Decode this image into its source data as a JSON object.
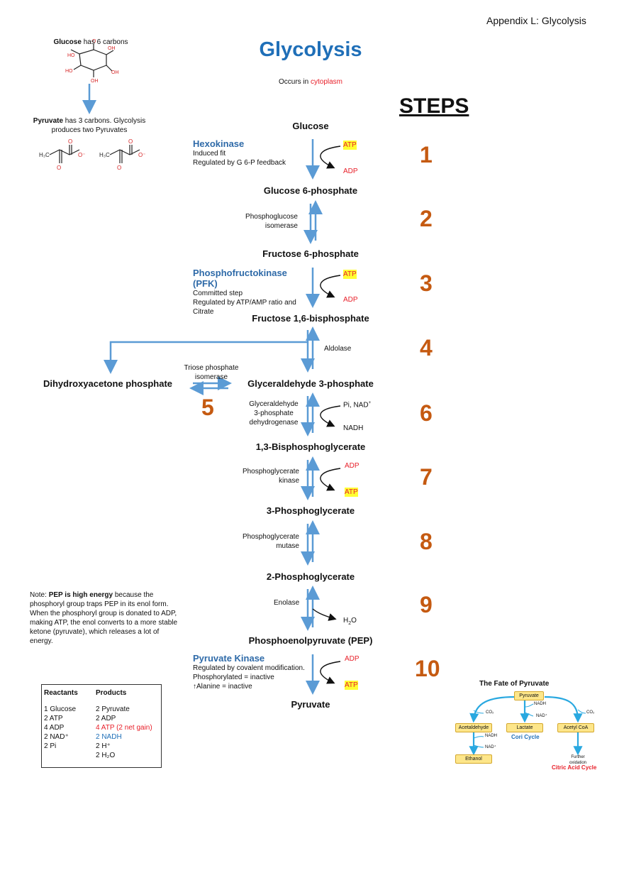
{
  "header": {
    "appendix": "Appendix L: Glycolysis"
  },
  "title": "Glycolysis",
  "subtitle": {
    "prefix": "Occurs in ",
    "highlight": "cytoplasm"
  },
  "steps_heading": "STEPS",
  "glucose_note": {
    "bold": "Glucose",
    "rest": " has 6 carbons"
  },
  "pyruvate_note": {
    "bold": "Pyruvate",
    "rest": " has 3 carbons. Glycolysis produces two Pyruvates"
  },
  "metabolites": [
    "Glucose",
    "Glucose 6-phosphate",
    "Fructose 6-phosphate",
    "Fructose 1,6-bisphosphate",
    "Glyceraldehyde 3-phosphate",
    "1,3-Bisphosphoglycerate",
    "3-Phosphoglycerate",
    "2-Phosphoglycerate",
    "Phosphoenolpyruvate (PEP)",
    "Pyruvate"
  ],
  "dhap": "Dihydroxyacetone phosphate",
  "step_numbers": [
    "1",
    "2",
    "3",
    "4",
    "5",
    "6",
    "7",
    "8",
    "9",
    "10"
  ],
  "enzymes": {
    "hexokinase": {
      "name": "Hexokinase",
      "lines": [
        "Induced fit",
        "Regulated by G 6-P feedback"
      ]
    },
    "phosphoglucose_isomerase": [
      "Phosphoglucose",
      "isomerase"
    ],
    "pfk": {
      "name": "Phosphofructokinase (PFK)",
      "lines": [
        "Committed step",
        "Regulated by ATP/AMP ratio and",
        "Citrate"
      ]
    },
    "aldolase": "Aldolase",
    "triose_isomerase": [
      "Triose phosphate",
      "isomerase"
    ],
    "g3p_dehydrogenase": [
      "Glyceraldehyde",
      "3-phosphate",
      "dehydrogenase"
    ],
    "pg_kinase": [
      "Phosphoglycerate",
      "kinase"
    ],
    "pg_mutase": [
      "Phosphoglycerate",
      "mutase"
    ],
    "enolase": "Enolase",
    "pyruvate_kinase": {
      "name": "Pyruvate Kinase",
      "lines": [
        "Regulated by covalent modification.",
        "Phosphorylated = inactive",
        "Alanine = inactive"
      ]
    }
  },
  "cofactors": {
    "s1_in": "ATP",
    "s1_out": "ADP",
    "s3_in": "ATP",
    "s3_out": "ADP",
    "s6_in": "Pi, NAD",
    "s6_in_sup": "+",
    "s6_out": "NADH",
    "s7_in": "ADP",
    "s7_out": "ATP",
    "s9_out": "H",
    "s9_out_sub": "2",
    "s9_out_end": "O",
    "s10_in": "ADP",
    "s10_out": "ATP"
  },
  "alanine_arrow": "↑",
  "pep_note": {
    "prefix": "Note:  ",
    "bold": "PEP is high energy",
    "rest": " because the phosphoryl group traps PEP in its enol form. When the phosphoryl group is donated to ADP, making ATP, the enol converts to a more stable ketone (pyruvate), which releases a lot of energy."
  },
  "summary_table": {
    "headers": [
      "Reactants",
      "Products"
    ],
    "reactants": [
      "1 Glucose",
      "2 ATP",
      "4 ADP",
      "2 NAD⁺",
      "2 Pi"
    ],
    "products": [
      "2 Pyruvate",
      "2 ADP",
      "4 ATP (2 net gain)",
      "2 NADH",
      "2 H⁺",
      "2 H₂O"
    ]
  },
  "fate": {
    "title": "The Fate of Pyruvate",
    "pyruvate": "Pyruvate",
    "acetaldehyde": "Acetaldehyde",
    "lactate": "Lactate",
    "acetylcoa": "Acetyl CoA",
    "ethanol": "Ethanol",
    "nadh": "NADH",
    "nad": "NAD⁺",
    "nadh2": "NADH",
    "nad2": "NAD⁺",
    "co2_left": "CO₂",
    "co2_right": "CO₂",
    "cori": "Cori Cycle",
    "further": [
      "Further",
      "oxidation"
    ],
    "citric": "Citric Acid Cycle"
  }
}
